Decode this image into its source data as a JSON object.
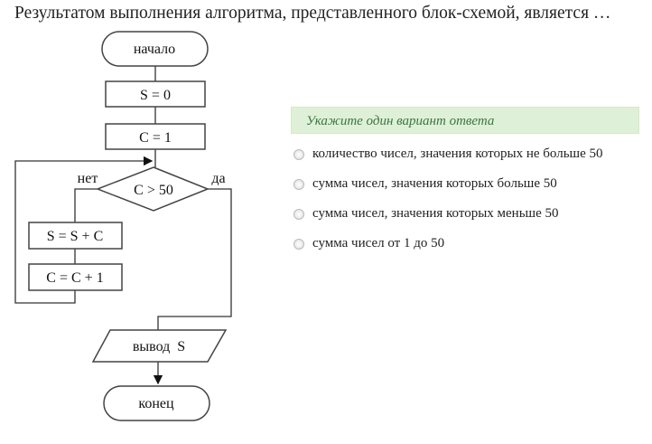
{
  "question": "Результатом выполнения алгоритма, представленного блок-схемой, является …",
  "flowchart": {
    "start": "начало",
    "init_s": "S = 0",
    "init_c": "C = 1",
    "condition": "C > 50",
    "no_label": "нет",
    "yes_label": "да",
    "sum_step": "S = S + C",
    "inc_step": "C = C + 1",
    "output": "вывод  S",
    "end": "конец"
  },
  "answer_hint": "Укажите один вариант ответа",
  "options": [
    "количество чисел, значения которых не больше 50",
    "сумма чисел, значения которых больше 50",
    "сумма чисел, значения которых меньше 50",
    "сумма чисел от 1 до 50"
  ]
}
